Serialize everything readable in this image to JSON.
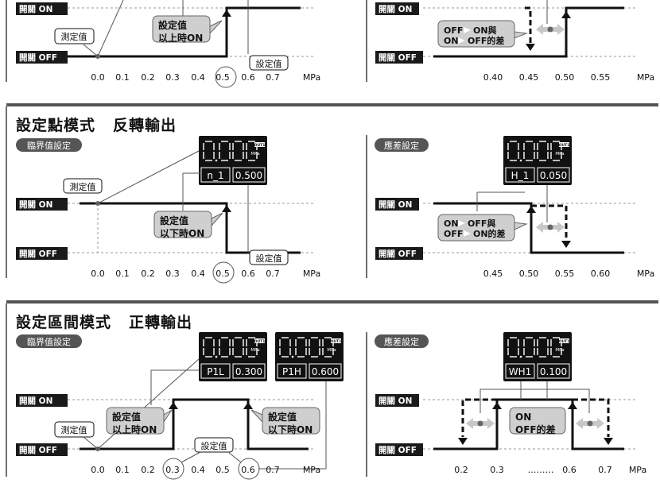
{
  "labels": {
    "switch_on": "開關 ON",
    "switch_off": "開關 OFF",
    "measured": "測定值",
    "set_value": "設定值",
    "unit": "MPa",
    "threshold_setting": "臨界值設定",
    "hysteresis_setting": "應差設定",
    "disp_main": "0.000",
    "disp_unit": "MPa",
    "disp_out1": "OUT1"
  },
  "section1": {
    "left": {
      "callout": [
        "設定值",
        "以上時ON"
      ],
      "ticks": [
        "0.0",
        "0.1",
        "0.2",
        "0.3",
        "0.4",
        "0.5",
        "0.6",
        "0.7"
      ],
      "circled": "0.5"
    },
    "right": {
      "callout": [
        "OFF",
        "ON與",
        "ON",
        "OFF的差"
      ],
      "ticks": [
        "0.40",
        "0.45",
        "0.50",
        "0.55"
      ]
    }
  },
  "section2": {
    "title_a": "設定點模式",
    "title_b": "反轉輸出",
    "left": {
      "disp_sub_code": "n_1",
      "disp_sub_value": "0.500",
      "callout": [
        "設定值",
        "以下時ON"
      ],
      "ticks": [
        "0.0",
        "0.1",
        "0.2",
        "0.3",
        "0.4",
        "0.5",
        "0.6",
        "0.7"
      ],
      "circled": "0.5"
    },
    "right": {
      "disp_sub_code": "H_1",
      "disp_sub_value": "0.050",
      "callout": [
        "ON",
        "OFF與",
        "OFF",
        "ON的差"
      ],
      "ticks": [
        "0.45",
        "0.50",
        "0.55",
        "0.60"
      ]
    }
  },
  "section3": {
    "title_a": "設定區間模式",
    "title_b": "正轉輸出",
    "left": {
      "disp1_sub_code": "P1L",
      "disp1_sub_value": "0.300",
      "disp2_sub_code": "P1H",
      "disp2_sub_value": "0.600",
      "callout_a": [
        "設定值",
        "以上時ON"
      ],
      "callout_b": [
        "設定值",
        "以下時ON"
      ],
      "ticks": [
        "0.0",
        "0.1",
        "0.2",
        "0.3",
        "0.4",
        "0.5",
        "0.6",
        "0.7"
      ],
      "circled": [
        "0.3",
        "0.6"
      ]
    },
    "right": {
      "disp_sub_code": "WH1",
      "disp_sub_value": "0.100",
      "callout": [
        "ON",
        "OFF的差"
      ],
      "ticks": [
        "0.2",
        "0.3",
        "………",
        "0.6",
        "0.7"
      ]
    }
  }
}
